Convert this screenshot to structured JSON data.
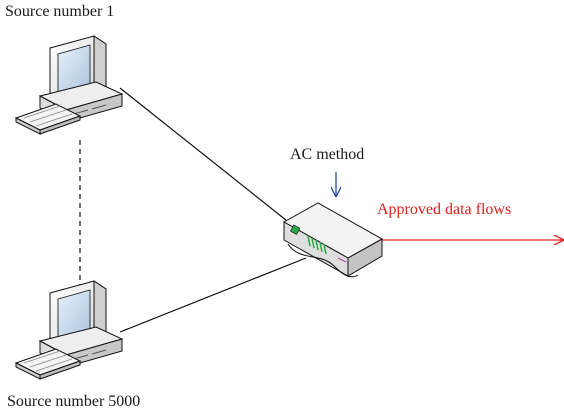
{
  "diagram": {
    "source_top_label": "Source number 1",
    "source_bottom_label": "Source number 5000",
    "ac_method_label": "AC method",
    "output_label": "Approved data flows"
  },
  "colors": {
    "output_arrow": "#e0201b",
    "ac_arrow": "#2a4b9c",
    "connector_lines": "#111111",
    "computer_body": "#f2f2f2",
    "screen": "#c9ddf0",
    "router_led": "#2aa84a"
  },
  "icons": {
    "source_top": "desktop-computer-icon",
    "source_bottom": "desktop-computer-icon",
    "router": "router-icon"
  }
}
